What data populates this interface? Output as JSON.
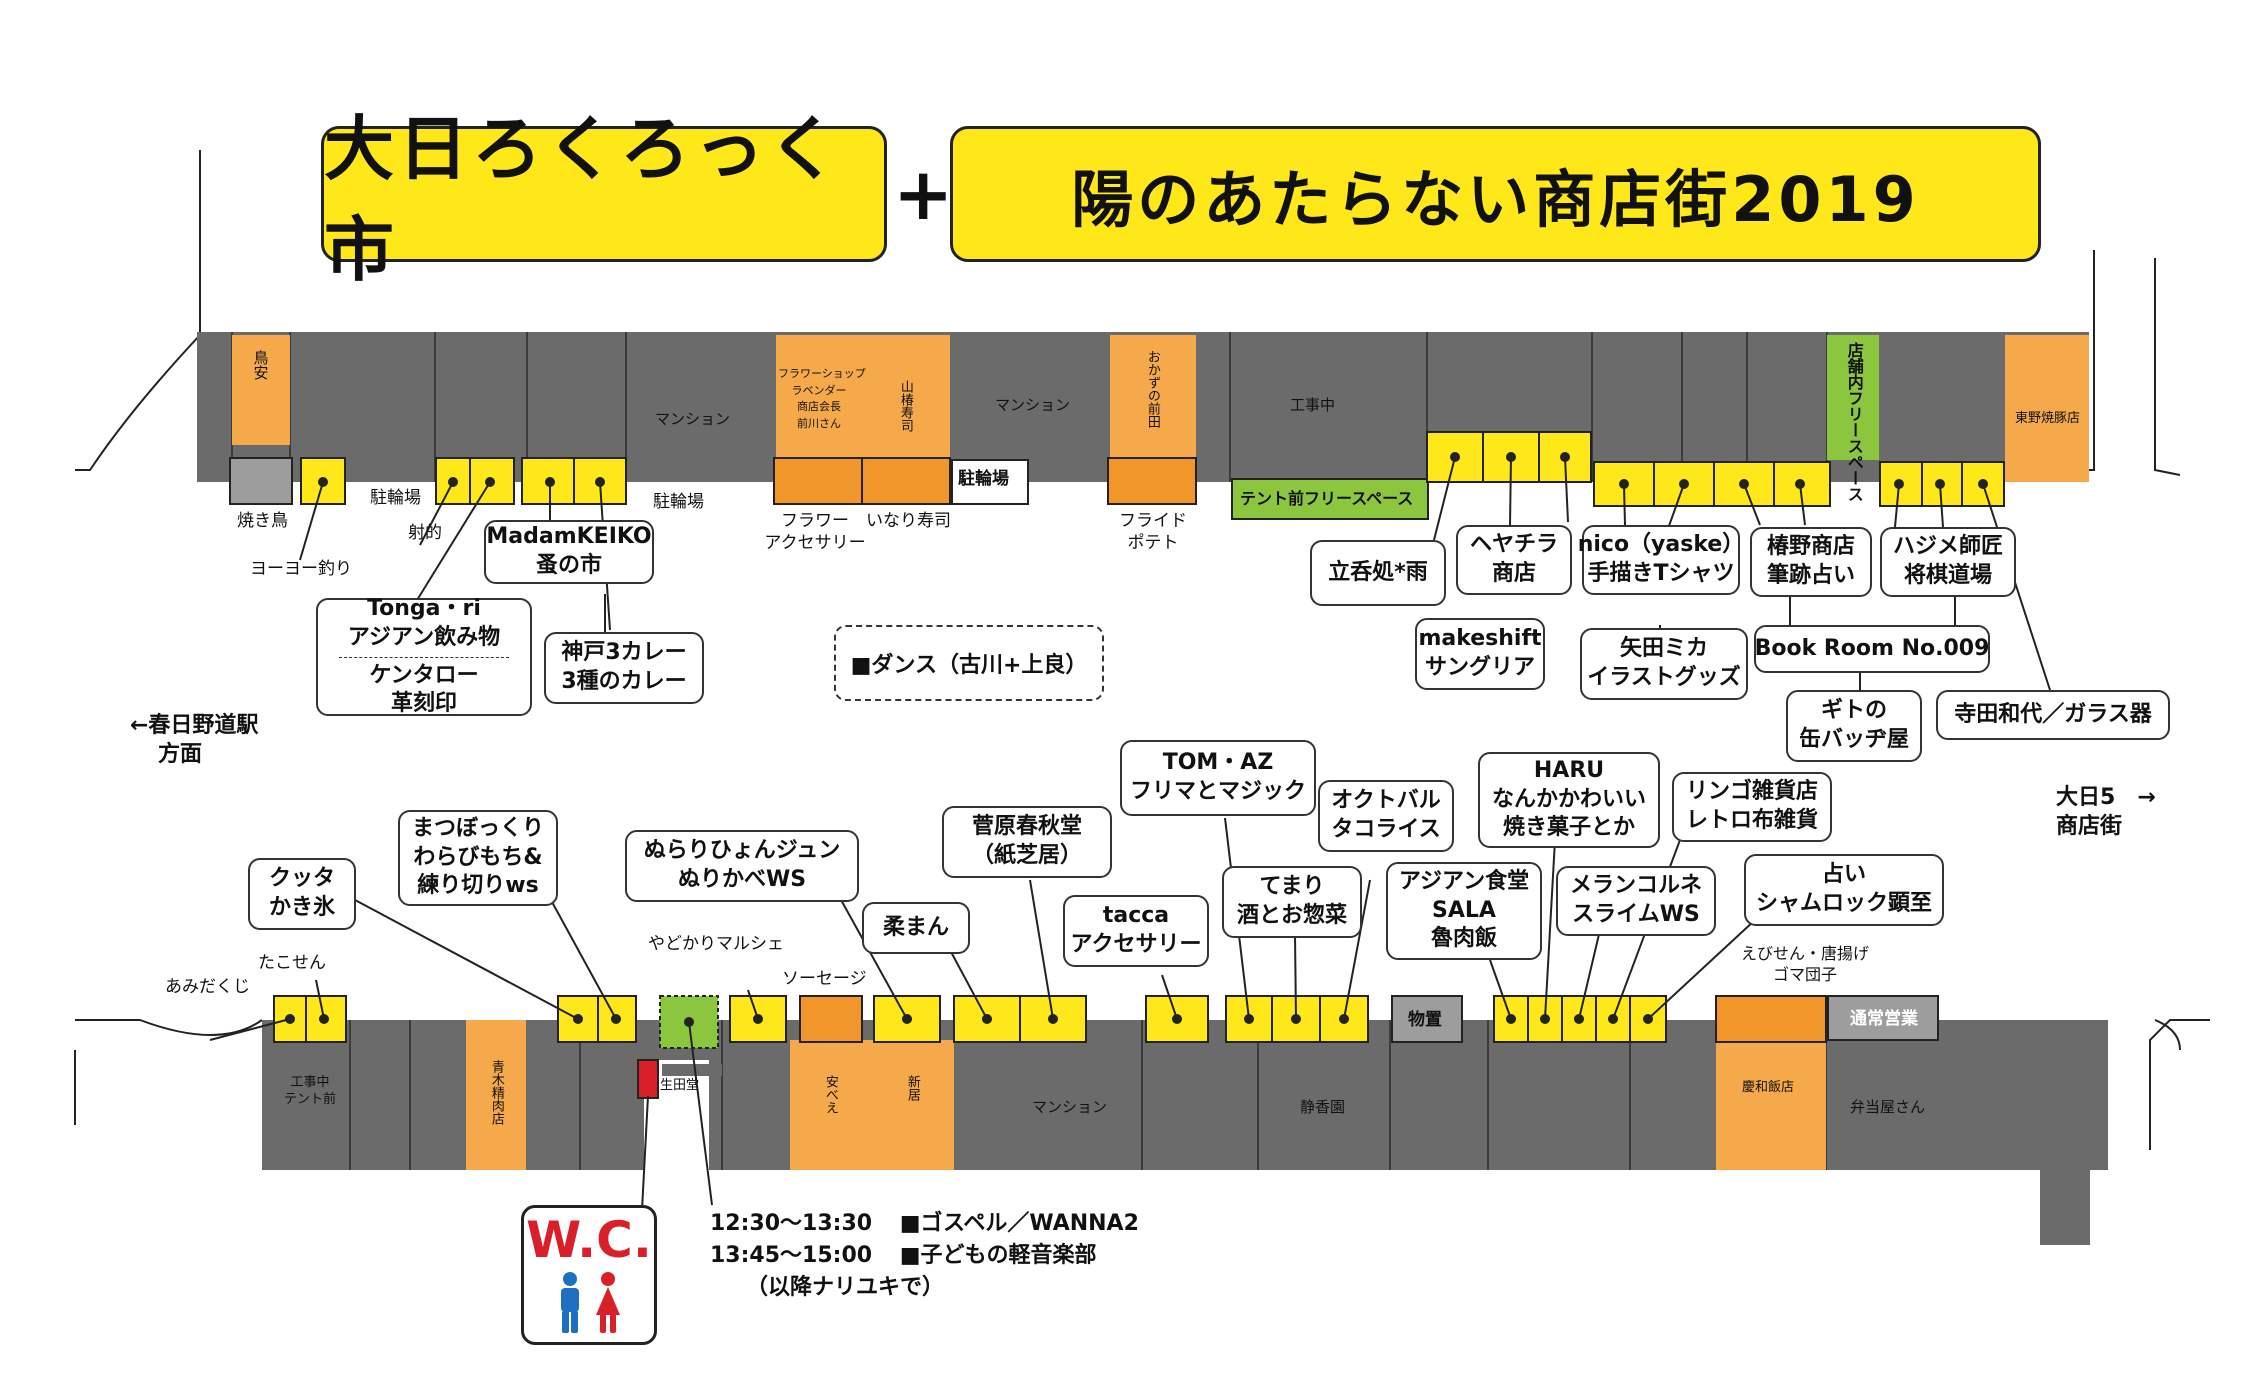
{
  "title": {
    "left": "大日ろくろっく市",
    "plus": "+",
    "right": "陽のあたらない商店街2019"
  },
  "colors": {
    "yellow": "#ffe81a",
    "orange": "#f0962a",
    "light_orange": "#f5a94a",
    "gray": "#6b6b6c",
    "light_gray": "#9d9d9d",
    "green": "#8cc63f",
    "red": "#d9202a",
    "blue": "#1e6fc2"
  },
  "directions": {
    "left_line1": "←春日野道駅",
    "left_line2": "方面",
    "right_line1": "大日5　→",
    "right_line2": "商店街"
  },
  "north_shops": {
    "torimasu": "鳥安",
    "mansion1": "マンション",
    "flower_shop": "フラワーショップ\nラベンダー\n商店会長\n前川さん",
    "yamahashi": "山椿寿司",
    "mansion2": "マンション",
    "okazu": "おかずの前田",
    "construction": "工事中",
    "store_free": "店舗内フリースペース",
    "higashino": "東野焼豚店"
  },
  "north_labels": {
    "yakitori": "焼き鳥",
    "yoyo": "ヨーヨー釣り",
    "bike1": "駐輪場",
    "shateki": "射的",
    "bike2": "駐輪場",
    "bike3": "駐輪場",
    "flower_acc_1": "フラワー",
    "flower_acc_2": "アクセサリー",
    "inari": "いなり寿司",
    "fried_1": "フライド",
    "fried_2": "ポテト",
    "tent_free": "テント前フリースペース"
  },
  "north_boxes": {
    "madam_1": "MadamKEIKO",
    "madam_2": "蚤の市",
    "tonga_1": "Tonga・ri",
    "tonga_2": "アジアン飲み物",
    "tonga_3": "ケンタロー",
    "tonga_4": "革刻印",
    "kobe_1": "神戸3カレー",
    "kobe_2": "3種のカレー",
    "dance": "■ダンス（古川+上良）",
    "rikkyo": "立呑処*雨",
    "hechira_1": "ヘヤチラ",
    "hechira_2": "商店",
    "makeshift_1": "makeshift",
    "makeshift_2": "サングリア",
    "nico_1": "nico（yaske）",
    "nico_2": "手描きTシャツ",
    "yada_1": "矢田ミカ",
    "yada_2": "イラストグッズ",
    "tsubaki_1": "椿野商店",
    "tsubaki_2": "筆跡占い",
    "hajime_1": "ハジメ師匠",
    "hajime_2": "将棋道場",
    "bookroom": "Book Room No.009",
    "guitar_1": "ギトの",
    "guitar_2": "缶バッヂ屋",
    "terada": "寺田和代／ガラス器"
  },
  "south_shops": {
    "koji_1": "工事中",
    "koji_2": "テント前",
    "aoki": "青木精肉店",
    "ikuta": "生田堂",
    "yasube": "安べえ",
    "shinkyo": "新居",
    "mansion": "マンション",
    "seikoen": "静香園",
    "keiwa": "慶和飯店",
    "bento": "弁当屋さん",
    "storage": "物置",
    "normal": "通常営業"
  },
  "south_labels": {
    "amida": "あみだくじ",
    "takosen": "たこせん",
    "yadokari": "やどかりマルシェ",
    "sausage": "ソーセージ",
    "ebisen_1": "えびせん・唐揚げ",
    "ebisen_2": "ゴマ団子"
  },
  "south_boxes": {
    "kutta_1": "クッタ",
    "kutta_2": "かき氷",
    "matsu_1": "まつぼっくり",
    "matsu_2": "わらびもち&",
    "matsu_3": "練り切りws",
    "nurari_1": "ぬらりひょんジュン",
    "nurari_2": "ぬりかべWS",
    "juman": "柔まん",
    "sugawara_1": "菅原春秋堂",
    "sugawara_2": "（紙芝居）",
    "tom_1": "TOM・AZ",
    "tom_2": "フリマとマジック",
    "tacca_1": "tacca",
    "tacca_2": "アクセサリー",
    "temari_1": "てまり",
    "temari_2": "酒とお惣菜",
    "octo_1": "オクトバル",
    "octo_2": "タコライス",
    "asian_1": "アジアン食堂",
    "asian_2": "SALA",
    "asian_3": "魯肉飯",
    "haru_1": "HARU",
    "haru_2": "なんかかわいい",
    "haru_3": "焼き菓子とか",
    "meran_1": "メランコルネ",
    "meran_2": "スライムWS",
    "ringo_1": "リンゴ雑貨店",
    "ringo_2": "レトロ布雑貨",
    "uranai_1": "占い",
    "uranai_2": "シャムロック顕至"
  },
  "wc": {
    "label": "W.C.",
    "icon_male": "male-toilet-icon",
    "icon_female": "female-toilet-icon"
  },
  "schedule": {
    "line1_time": "12:30〜13:30",
    "line1_event": "■ゴスペル／WANNA2",
    "line2_time": "13:45〜15:00",
    "line2_event": "■子どもの軽音楽部",
    "note": "（以降ナリユキで）"
  }
}
